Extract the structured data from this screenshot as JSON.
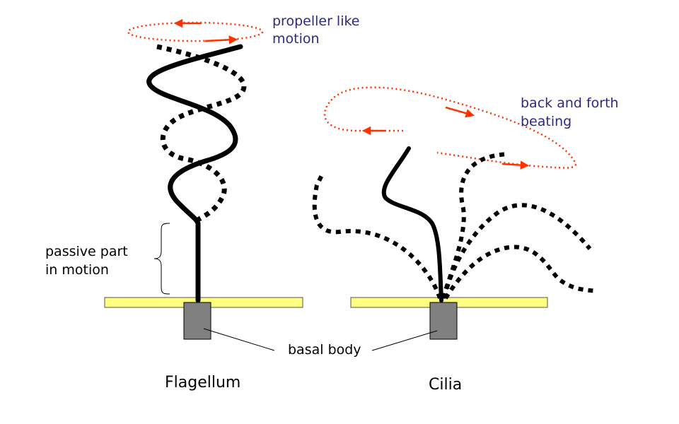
{
  "labels": {
    "propeller_line1": "propeller like",
    "propeller_line2": "motion",
    "back_forth_line1": "back and forth",
    "back_forth_line2": "beating",
    "passive_line1": "passive part",
    "passive_line2": "in motion",
    "basal_body": "basal body",
    "flagellum": "Flagellum",
    "cilia": "Cilia"
  },
  "colors": {
    "membrane_fill": "#ffff80",
    "basal_body_fill": "#808080",
    "motion_arrow": "#ff3300",
    "label_blue": "#2e2a7e",
    "stroke": "#000000"
  }
}
